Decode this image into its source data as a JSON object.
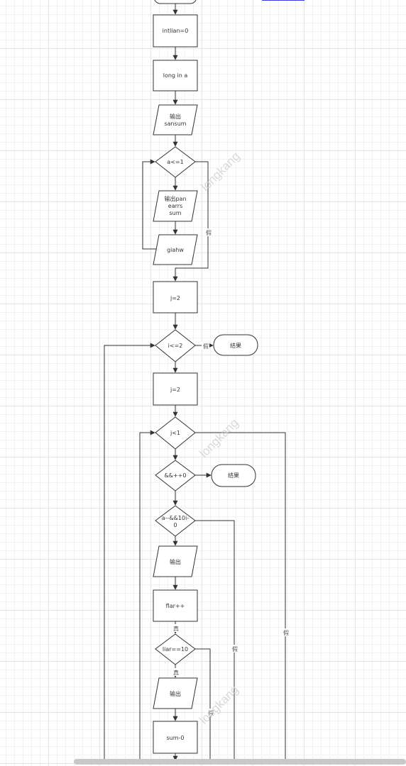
{
  "nodes": {
    "start": "",
    "intlian": "intlian=0",
    "longina": "long in a",
    "out1": [
      "输出",
      "sansum"
    ],
    "cond1": "a<=1",
    "out2": [
      "输出pan",
      "earrs",
      "sum"
    ],
    "giahw": "giahw",
    "j2a": "j=2",
    "cond2": "i<=2",
    "end1": "结果",
    "j2b": "j=2",
    "cond3": "j<1",
    "cond4": "&&++0",
    "end2": "结果",
    "cond5": [
      "a--&&10i-",
      "0"
    ],
    "out3": "输出",
    "flar": "flar++",
    "cond6": "liar==10",
    "out4": "输出",
    "sum0": "sum-0"
  },
  "edge_labels": {
    "false1": "假",
    "false2": "假",
    "true1": "真",
    "false3": "假",
    "true2": "真",
    "false4": "假",
    "false5": "假"
  },
  "watermarks": [
    "longkang",
    "longkang",
    "longkang"
  ],
  "colors": {
    "stroke": "#333333",
    "fill": "#ffffff",
    "scrollbar": "#c8c8c8"
  }
}
